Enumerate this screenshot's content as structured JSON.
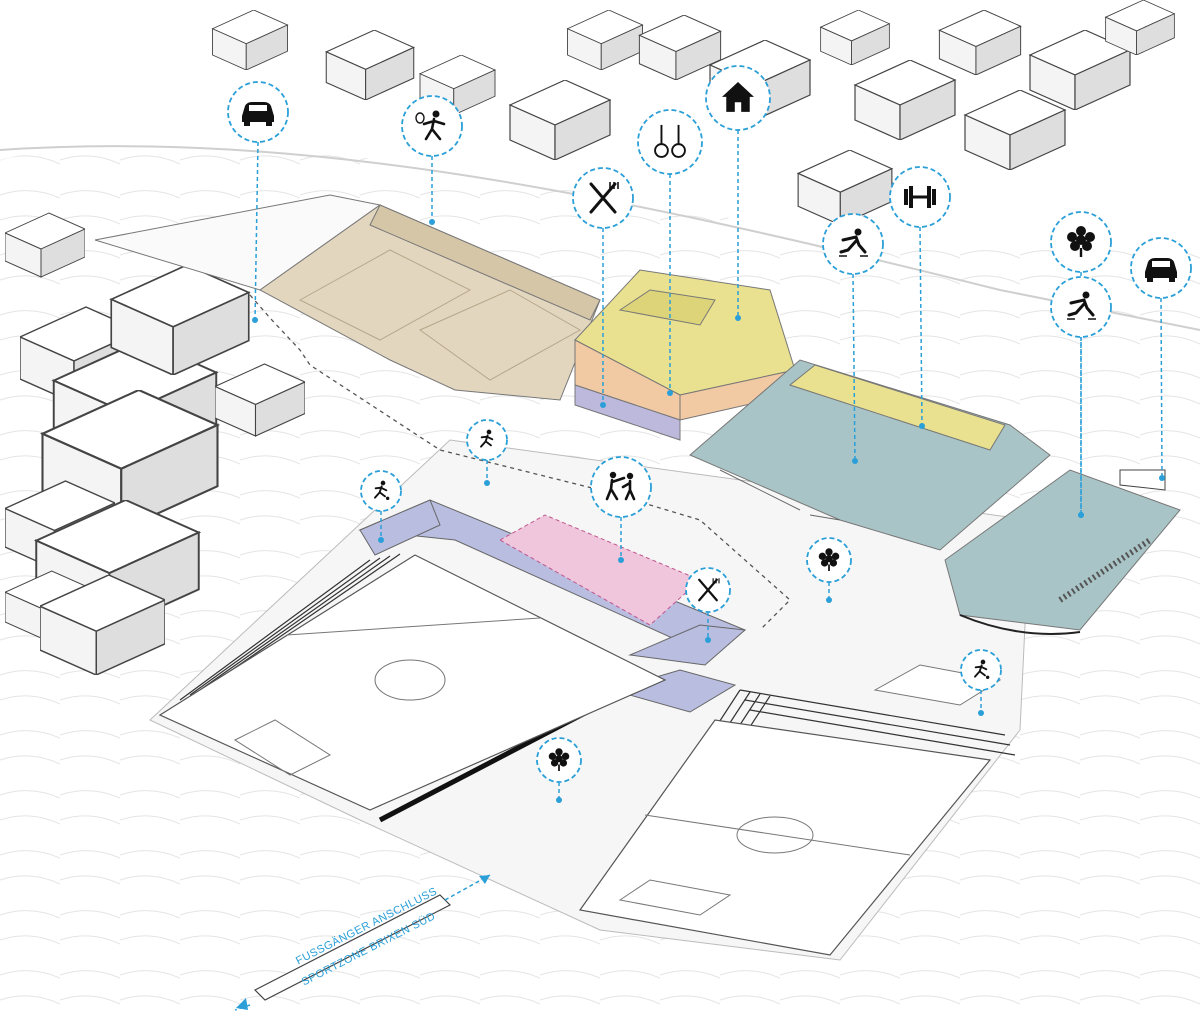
{
  "labels": {
    "pedestrian": "FUSSGÄNGER ANSCHLUSS",
    "zone": "SPORTZONE BRIXEN SÜD"
  },
  "colors": {
    "pin": "#2a9fd8",
    "tennis": "#e3d6bf",
    "yellow": "#e9e18f",
    "orange": "#f1c9a3",
    "violet": "#bdb9dc",
    "teal": "#a9c4c6",
    "pink": "#efc6dc",
    "blue_building": "#b9bde0",
    "ground": "#f3f3f3",
    "line": "#555555"
  },
  "markers": [
    {
      "name": "parking-north",
      "icon": "car-icon"
    },
    {
      "name": "tennis-hall",
      "icon": "tennis-icon"
    },
    {
      "name": "housing",
      "icon": "house-icon"
    },
    {
      "name": "gymnastics",
      "icon": "rings-icon"
    },
    {
      "name": "restaurant-north",
      "icon": "fork-knife-icon"
    },
    {
      "name": "fitness",
      "icon": "dumbbell-icon"
    },
    {
      "name": "ice-rink",
      "icon": "ice-skater-icon"
    },
    {
      "name": "tree-park",
      "icon": "tree-cluster-icon"
    },
    {
      "name": "parking-east",
      "icon": "car-icon"
    },
    {
      "name": "ice-skating-east",
      "icon": "ice-skater-icon"
    },
    {
      "name": "soccer-west",
      "icon": "soccer-player-icon"
    },
    {
      "name": "running",
      "icon": "runner-icon"
    },
    {
      "name": "martial-arts",
      "icon": "fighters-icon"
    },
    {
      "name": "restaurant-stadium",
      "icon": "fork-knife-icon"
    },
    {
      "name": "tree-central",
      "icon": "tree-cluster-icon"
    },
    {
      "name": "tree-south",
      "icon": "tree-cluster-icon"
    },
    {
      "name": "soccer-east",
      "icon": "soccer-player-icon"
    }
  ]
}
